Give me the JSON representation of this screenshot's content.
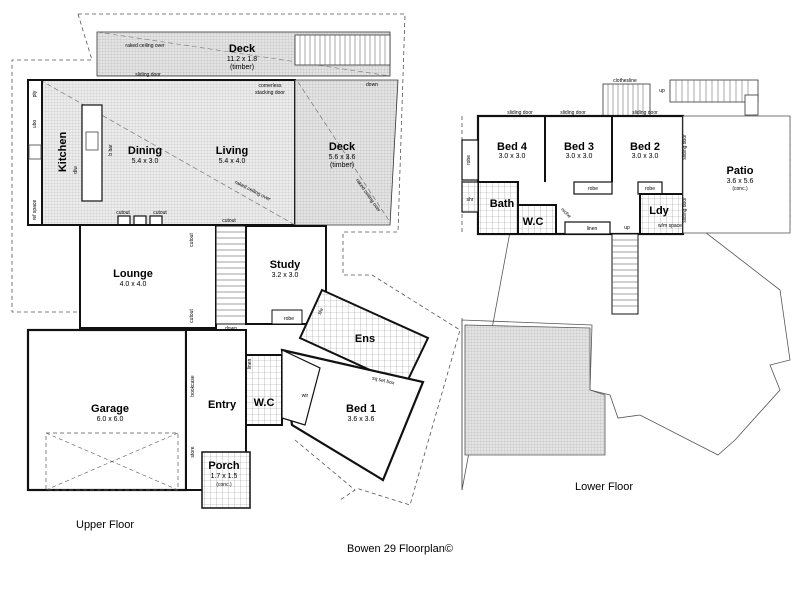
{
  "title": "Bowen 29 Floorplan©",
  "upper_floor": {
    "caption": "Upper Floor",
    "rooms": {
      "deck_top": {
        "name": "Deck",
        "dim": "11.2 x 1.8",
        "note": "(timber)"
      },
      "kitchen": {
        "name": "Kitchen"
      },
      "dining": {
        "name": "Dining",
        "dim": "5.4 x 3.0"
      },
      "living": {
        "name": "Living",
        "dim": "5.4 x 4.0"
      },
      "deck_side": {
        "name": "Deck",
        "dim": "5.6 x 3.6",
        "note": "(timber)"
      },
      "lounge": {
        "name": "Lounge",
        "dim": "4.0 x 4.0"
      },
      "study": {
        "name": "Study",
        "dim": "3.2 x 3.0"
      },
      "ens": {
        "name": "Ens"
      },
      "garage": {
        "name": "Garage",
        "dim": "6.0 x 6.0"
      },
      "entry": {
        "name": "Entry"
      },
      "wc": {
        "name": "W.C"
      },
      "bed1": {
        "name": "Bed 1",
        "dim": "3.6 x 3.6"
      },
      "porch": {
        "name": "Porch",
        "dim": "1.7 x 1.5",
        "note": "(conc.)"
      }
    },
    "labels": {
      "raked_ceiling_top": "raked ceiling over",
      "sliding_door": "sliding door",
      "down": "down",
      "cornerless": "cornerless",
      "stacking_door": "stacking door",
      "raked_ceiling_mid": "raked ceiling over",
      "raked_ceiling_side": "raked ceiling over",
      "pty": "pty",
      "ubo": "ubo",
      "dw": "d/w",
      "ref_space": "ref space",
      "b_bar": "b bar",
      "cutout_1": "cutout",
      "cutout_2": "cutout",
      "cutout_3": "cutout",
      "cutout_4": "cutout",
      "cutout_5": "cutout",
      "down_stair": "down",
      "robe": "robe",
      "shr": "shr",
      "linen": "linen",
      "wir": "wir",
      "sq_set_box": "sq set box",
      "bookcase": "bookcase",
      "store": "store"
    }
  },
  "lower_floor": {
    "caption": "Lower Floor",
    "rooms": {
      "bed4": {
        "name": "Bed 4",
        "dim": "3.0 x 3.0"
      },
      "bed3": {
        "name": "Bed 3",
        "dim": "3.0 x 3.0"
      },
      "bed2": {
        "name": "Bed 2",
        "dim": "3.0 x 3.0"
      },
      "patio": {
        "name": "Patio",
        "dim": "3.6 x 5.6",
        "note": "(conc.)"
      },
      "bath": {
        "name": "Bath"
      },
      "wc": {
        "name": "W.C"
      },
      "ldy": {
        "name": "Ldy"
      }
    },
    "labels": {
      "clothesline": "clothesline",
      "up_1": "up",
      "up_2": "up",
      "sliding_door_1": "sliding door",
      "sliding_door_2": "sliding door",
      "sliding_door_3": "sliding door",
      "sliding_door_4": "sliding door",
      "sliding_door_5": "sliding door",
      "robe_1": "robe",
      "robe_2": "robe",
      "robe_3": "robe",
      "shr": "shr",
      "niche": "niche",
      "linen": "linen",
      "wm_space": "w/m space"
    }
  }
}
